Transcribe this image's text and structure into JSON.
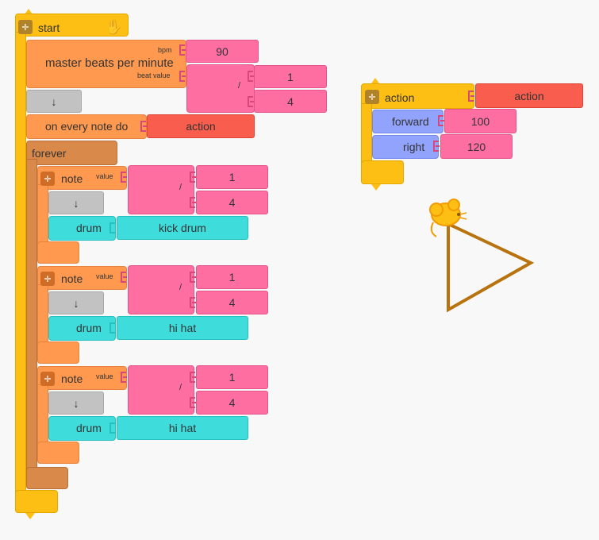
{
  "start_block": {
    "label": "start",
    "master_bpm": {
      "label": "master beats per minute",
      "bpm_label": "bpm",
      "beat_value_label": "beat value",
      "bpm": "90",
      "div_symbol": "/",
      "numerator": "1",
      "denominator": "4"
    },
    "arrow": "↓",
    "on_every_note": {
      "label": "on every note do",
      "action": "action"
    },
    "forever": {
      "label": "forever",
      "notes": [
        {
          "label": "note",
          "value_label": "value",
          "div_symbol": "/",
          "numerator": "1",
          "denominator": "4",
          "arrow": "↓",
          "drum_label": "drum",
          "drum": "kick drum"
        },
        {
          "label": "note",
          "value_label": "value",
          "div_symbol": "/",
          "numerator": "1",
          "denominator": "4",
          "arrow": "↓",
          "drum_label": "drum",
          "drum": "hi hat"
        },
        {
          "label": "note",
          "value_label": "value",
          "div_symbol": "/",
          "numerator": "1",
          "denominator": "4",
          "arrow": "↓",
          "drum_label": "drum",
          "drum": "hi hat"
        }
      ]
    }
  },
  "action_block": {
    "label": "action",
    "name": "action",
    "forward_label": "forward",
    "forward_value": "100",
    "right_label": "right",
    "right_value": "120"
  },
  "colors": {
    "start": "#fdbf13",
    "rhythm": "#fe994f",
    "forever": "#d9894a",
    "number": "#ff6ea1",
    "action": "#f85d4d",
    "drum": "#3fdcdc",
    "turtle": "#92a3fd",
    "turtle_path": "#b8730f"
  }
}
